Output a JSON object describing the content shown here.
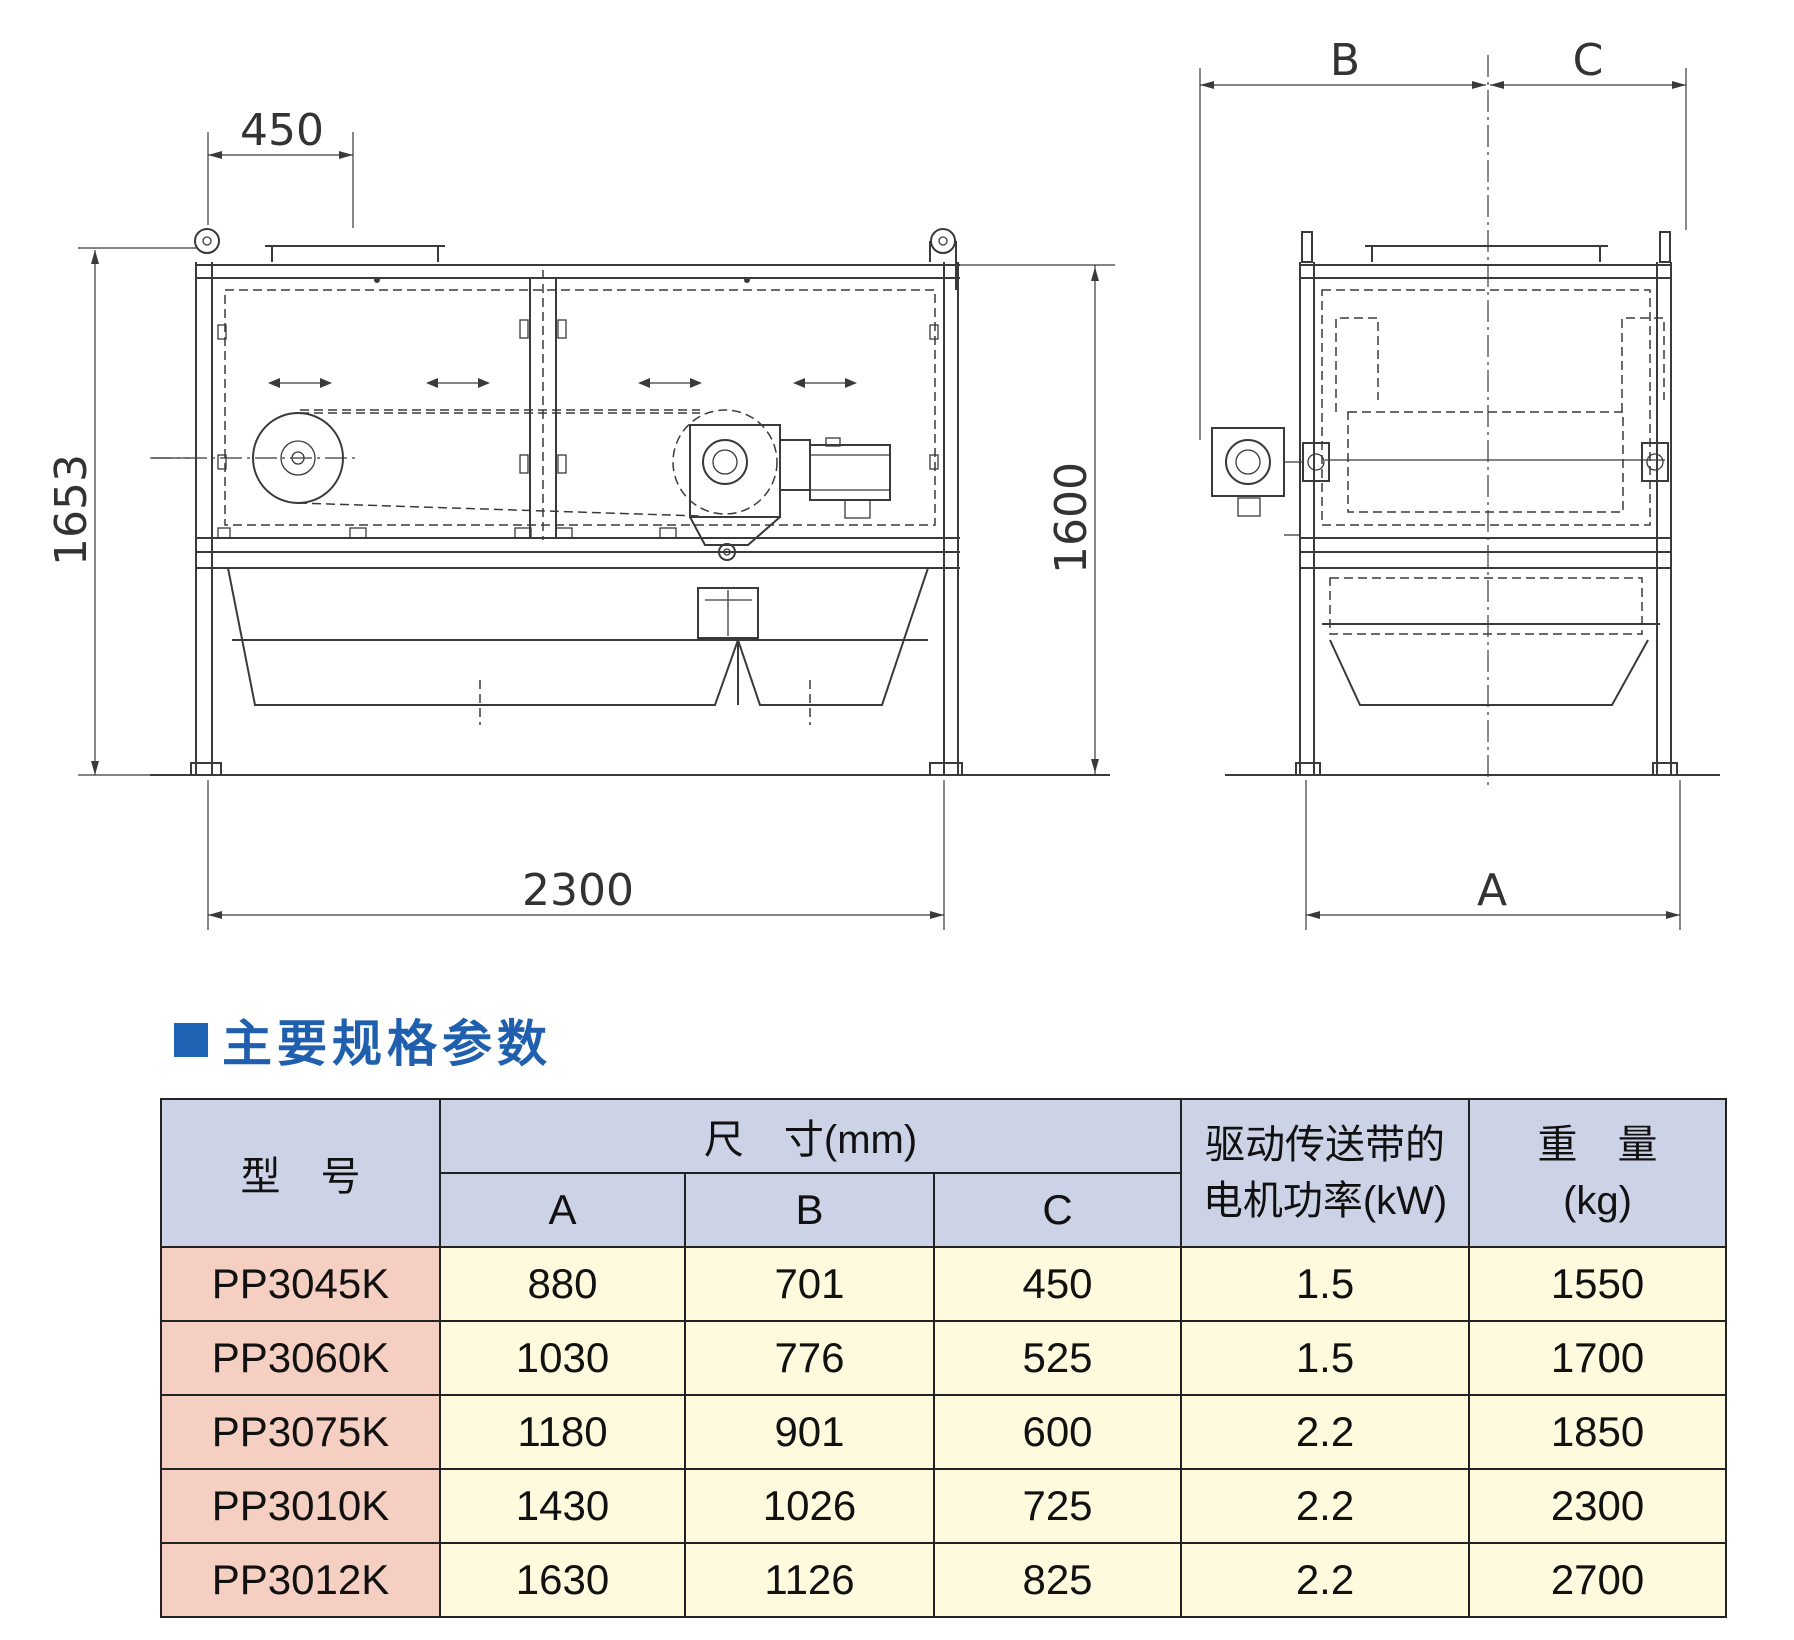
{
  "drawing": {
    "front_view": {
      "dim_top": "450",
      "dim_left_height": "1653",
      "dim_right_height": "1600",
      "dim_bottom": "2300"
    },
    "side_view": {
      "dim_b": "B",
      "dim_c": "C",
      "dim_a": "A"
    }
  },
  "section": {
    "title": "主要规格参数"
  },
  "table": {
    "headers": {
      "model": "型　号",
      "size": "尺　寸(mm)",
      "col_a": "A",
      "col_b": "B",
      "col_c": "C",
      "power_line1": "驱动传送带的",
      "power_line2": "电机功率(kW)",
      "weight_line1": "重　量",
      "weight_line2": "(kg)"
    },
    "rows": [
      {
        "model": "PP3045K",
        "a": "880",
        "b": "701",
        "c": "450",
        "power": "1.5",
        "weight": "1550"
      },
      {
        "model": "PP3060K",
        "a": "1030",
        "b": "776",
        "c": "525",
        "power": "1.5",
        "weight": "1700"
      },
      {
        "model": "PP3075K",
        "a": "1180",
        "b": "901",
        "c": "600",
        "power": "2.2",
        "weight": "1850"
      },
      {
        "model": "PP3010K",
        "a": "1430",
        "b": "1026",
        "c": "725",
        "power": "2.2",
        "weight": "2300"
      },
      {
        "model": "PP3012K",
        "a": "1630",
        "b": "1126",
        "c": "825",
        "power": "2.2",
        "weight": "2700"
      }
    ]
  },
  "colors": {
    "title": "#1f5fad",
    "header_bg": "#cdd3e6",
    "model_bg": "#f5cfc1",
    "cell_bg": "#fffadd"
  }
}
